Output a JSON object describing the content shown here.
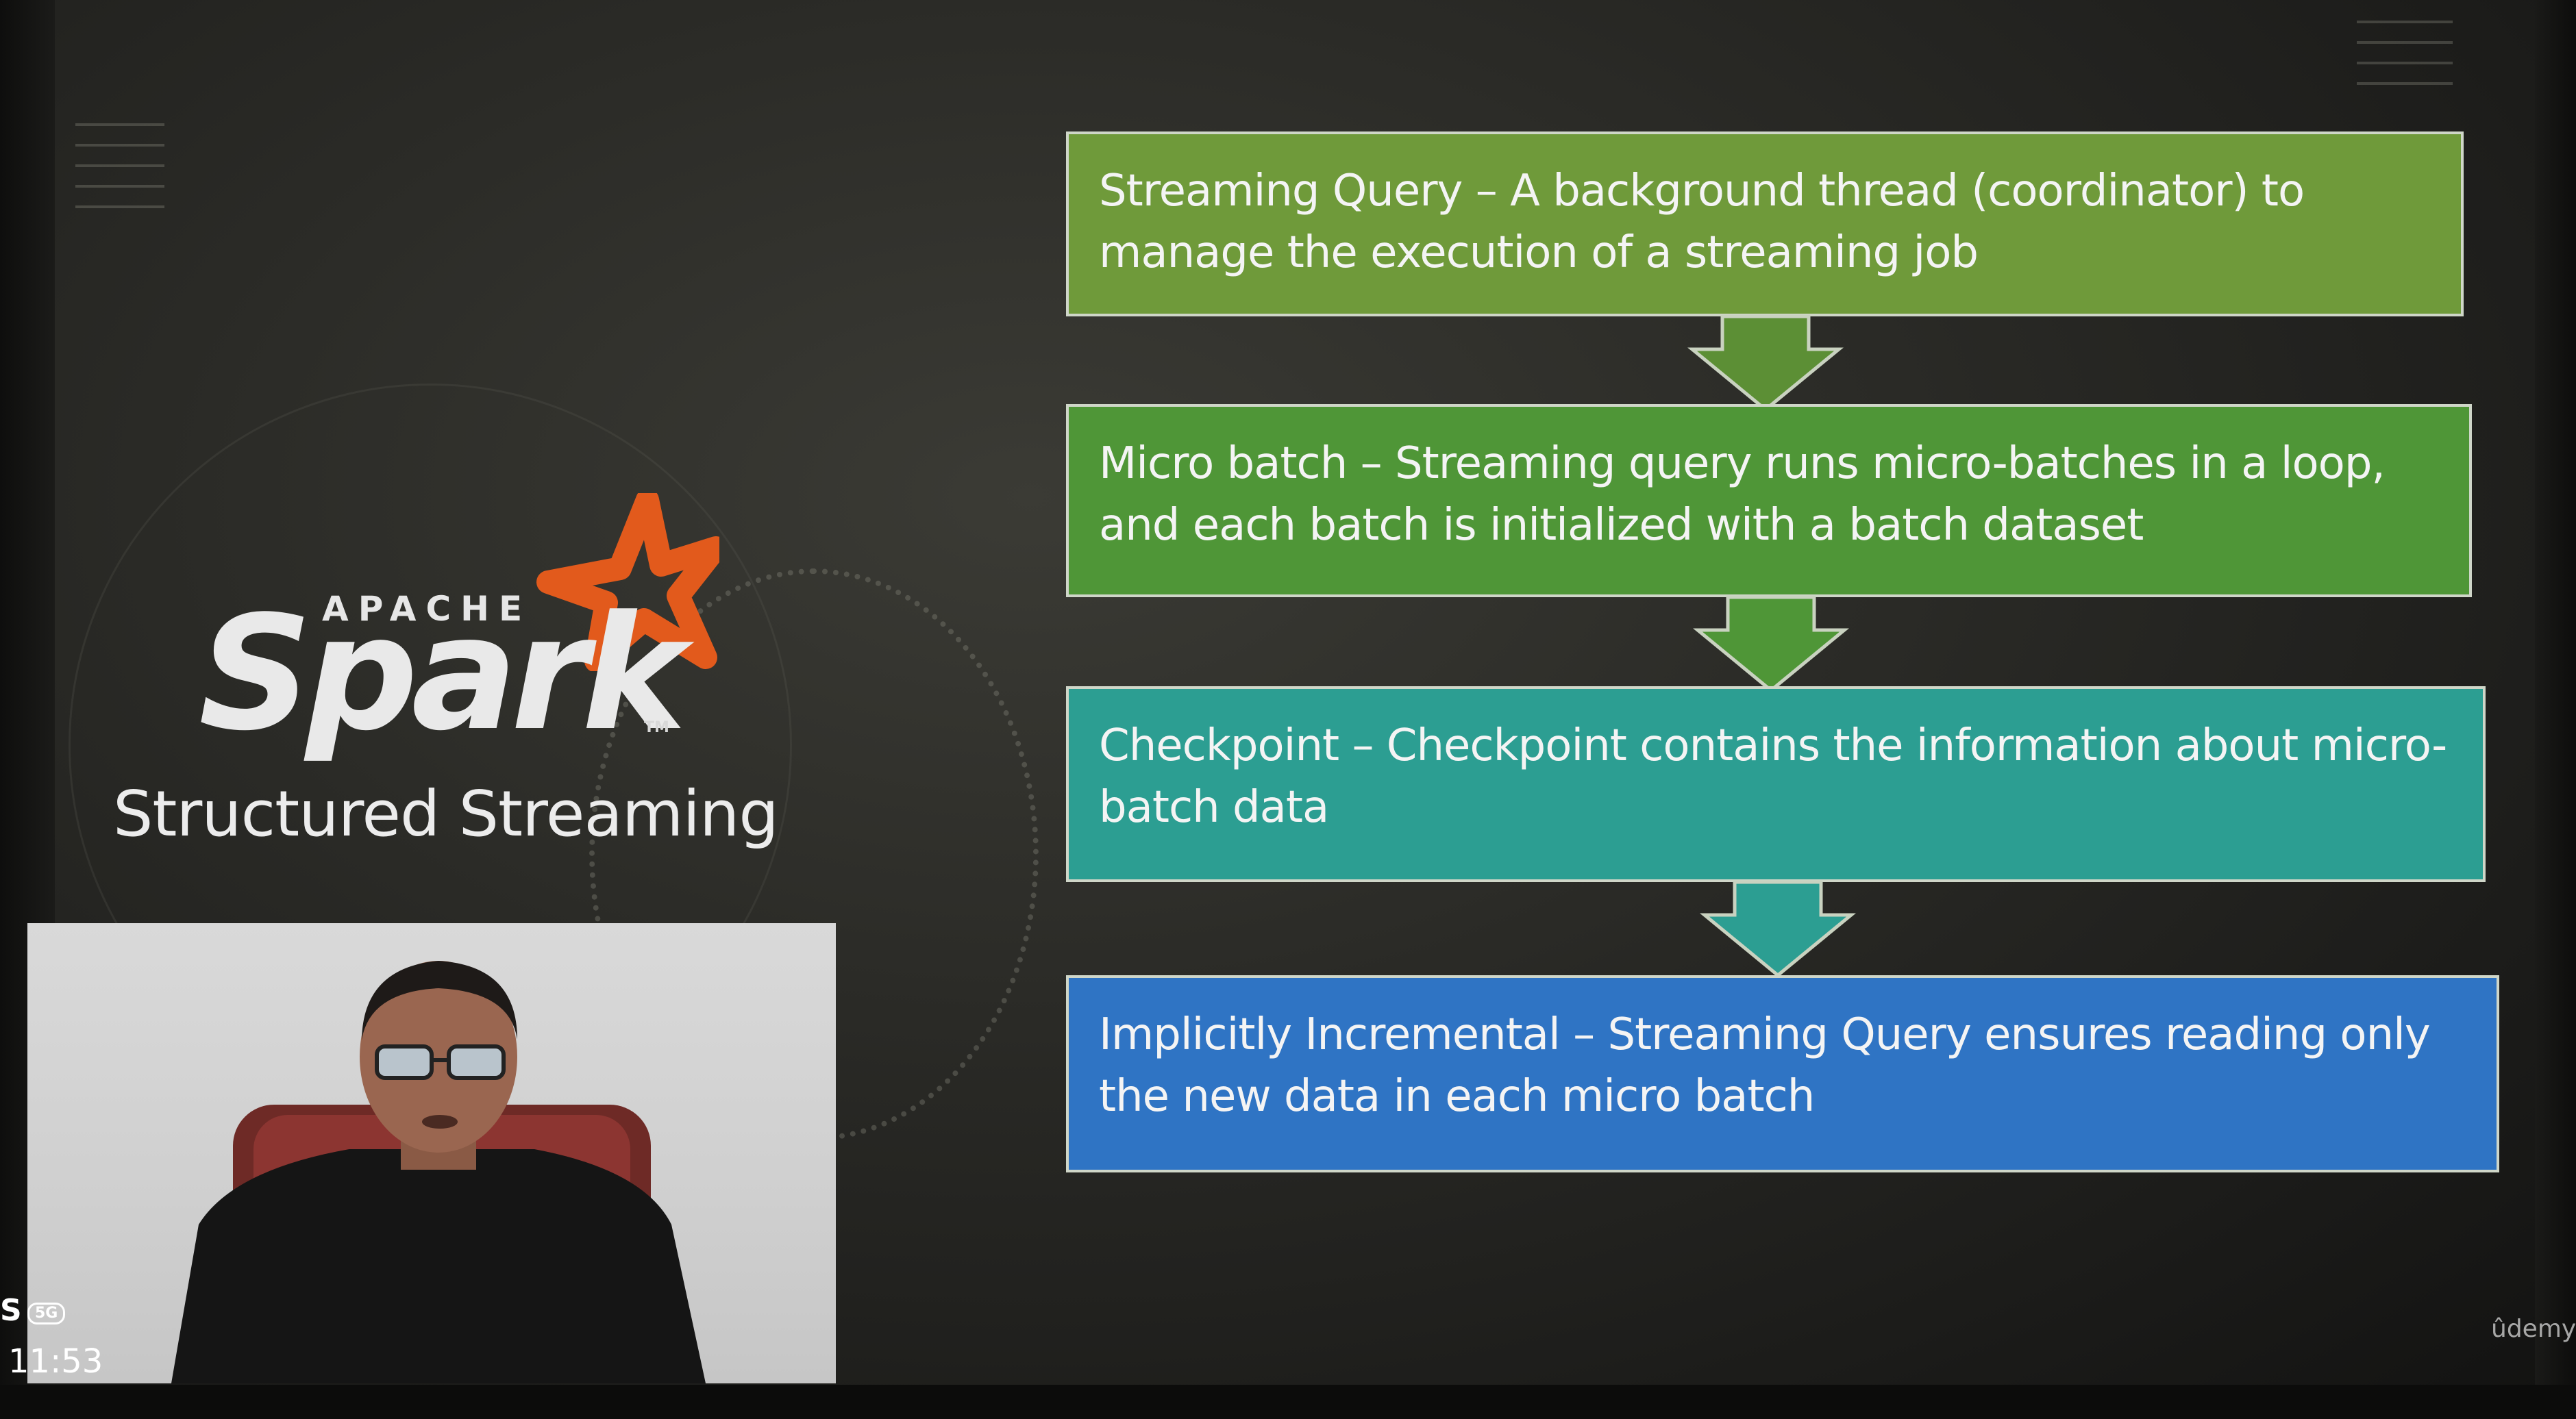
{
  "slide": {
    "logo": {
      "apache_text": "APACHE",
      "spark_text": "Spark",
      "trademark": "TM",
      "star_color": "#e25a1c"
    },
    "subtitle": "Structured Streaming",
    "flow_steps": [
      {
        "text": "Streaming Query – A background thread (coordinator) to manage the execution of a streaming job",
        "color": "#6f9a3a"
      },
      {
        "text": "Micro batch – Streaming query runs micro-batches in a loop, and each batch is initialized with a batch dataset",
        "color": "#4f9637"
      },
      {
        "text": "Checkpoint – Checkpoint contains the information about micro-batch data",
        "color": "#2c9e92"
      },
      {
        "text": "Implicitly Incremental – Streaming Query ensures reading only the new data in each micro batch",
        "color": "#2f74c4"
      }
    ],
    "watermark": "ûdemy"
  },
  "status_overlay": {
    "signal": "S",
    "network": "5G",
    "time": "11:53"
  }
}
